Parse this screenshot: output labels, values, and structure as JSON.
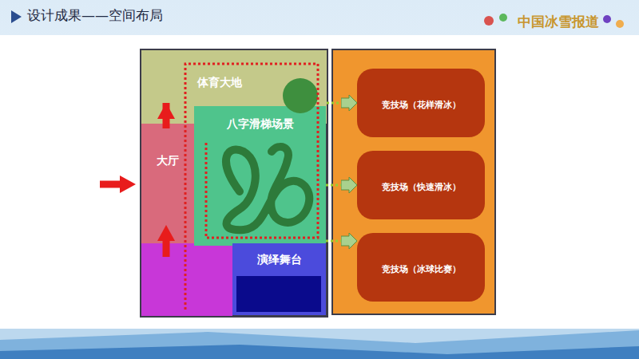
{
  "diagram": {
    "title": "设计成果——空间布局",
    "nodes": [
      {
        "text": [
          "体育大地"
        ]
      },
      {
        "text": [
          "大厅"
        ]
      },
      {
        "text": [
          "八字滑梯场景"
        ]
      },
      {
        "text": [
          "演绎舞台"
        ]
      },
      {
        "text": [
          "竞技场（花样滑冰）"
        ]
      },
      {
        "text": [
          "竞技场（快速滑冰）"
        ]
      },
      {
        "text": [
          "竞技场（冰球比赛）"
        ]
      }
    ],
    "edges": [
      {
        "from": 1,
        "to": 0,
        "arrow": "to"
      },
      {
        "from": 0,
        "to": 4,
        "arrow": "to"
      },
      {
        "from": 2,
        "to": 5,
        "arrow": "to"
      },
      {
        "from": 2,
        "to": 6,
        "arrow": "to"
      }
    ],
    "labels": [
      "中国冰雪报道"
    ]
  }
}
